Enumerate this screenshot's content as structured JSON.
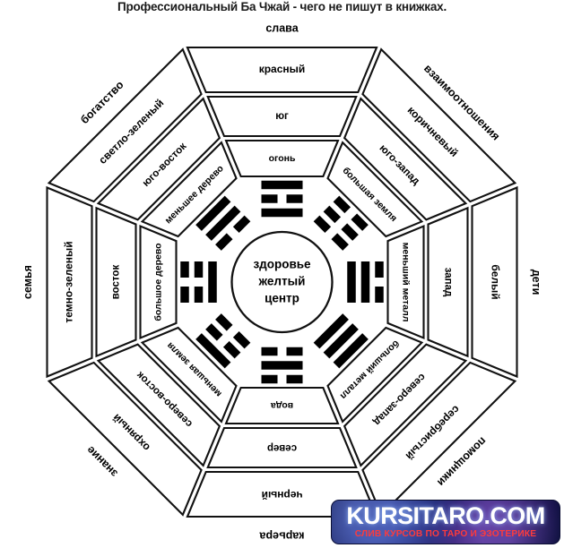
{
  "page": {
    "title": "Профессиональный Ба Чжай - чего не пишут в книжках."
  },
  "center": {
    "line1": "здоровье",
    "line2": "желтый",
    "line3": "центр"
  },
  "sectors": [
    {
      "id": "south",
      "aspiration": "слава",
      "color": "красный",
      "direction": "юг",
      "element": "огонь",
      "trigram": "101"
    },
    {
      "id": "southeast",
      "aspiration": "богатство",
      "color": "светло-зеленый",
      "direction": "юго-восток",
      "element": "меньшее дерево",
      "trigram": "110"
    },
    {
      "id": "southwest",
      "aspiration": "взаимоотношения",
      "color": "коричневый",
      "direction": "юго-запад",
      "element": "большая земля",
      "trigram": "000"
    },
    {
      "id": "east",
      "aspiration": "семья",
      "color": "темно-зеленый",
      "direction": "восток",
      "element": "большое дерево",
      "trigram": "001"
    },
    {
      "id": "west",
      "aspiration": "дети",
      "color": "белый",
      "direction": "запад",
      "element": "меньший металл",
      "trigram": "011"
    },
    {
      "id": "northeast",
      "aspiration": "знание",
      "color": "охряный",
      "direction": "северо-восток",
      "element": "меньшая земля",
      "trigram": "100"
    },
    {
      "id": "northwest",
      "aspiration": "помощники",
      "color": "серебристый",
      "direction": "северо-запад",
      "element": "больший металл",
      "trigram": "111"
    },
    {
      "id": "north",
      "aspiration": "карьера",
      "color": "черный",
      "direction": "север",
      "element": "вода",
      "trigram": "010"
    }
  ],
  "watermark": {
    "main": "KURSITARO.COM",
    "sub": "СЛИВ КУРСОВ ПО ТАРО И ЭЗОТЕРИКЕ"
  }
}
